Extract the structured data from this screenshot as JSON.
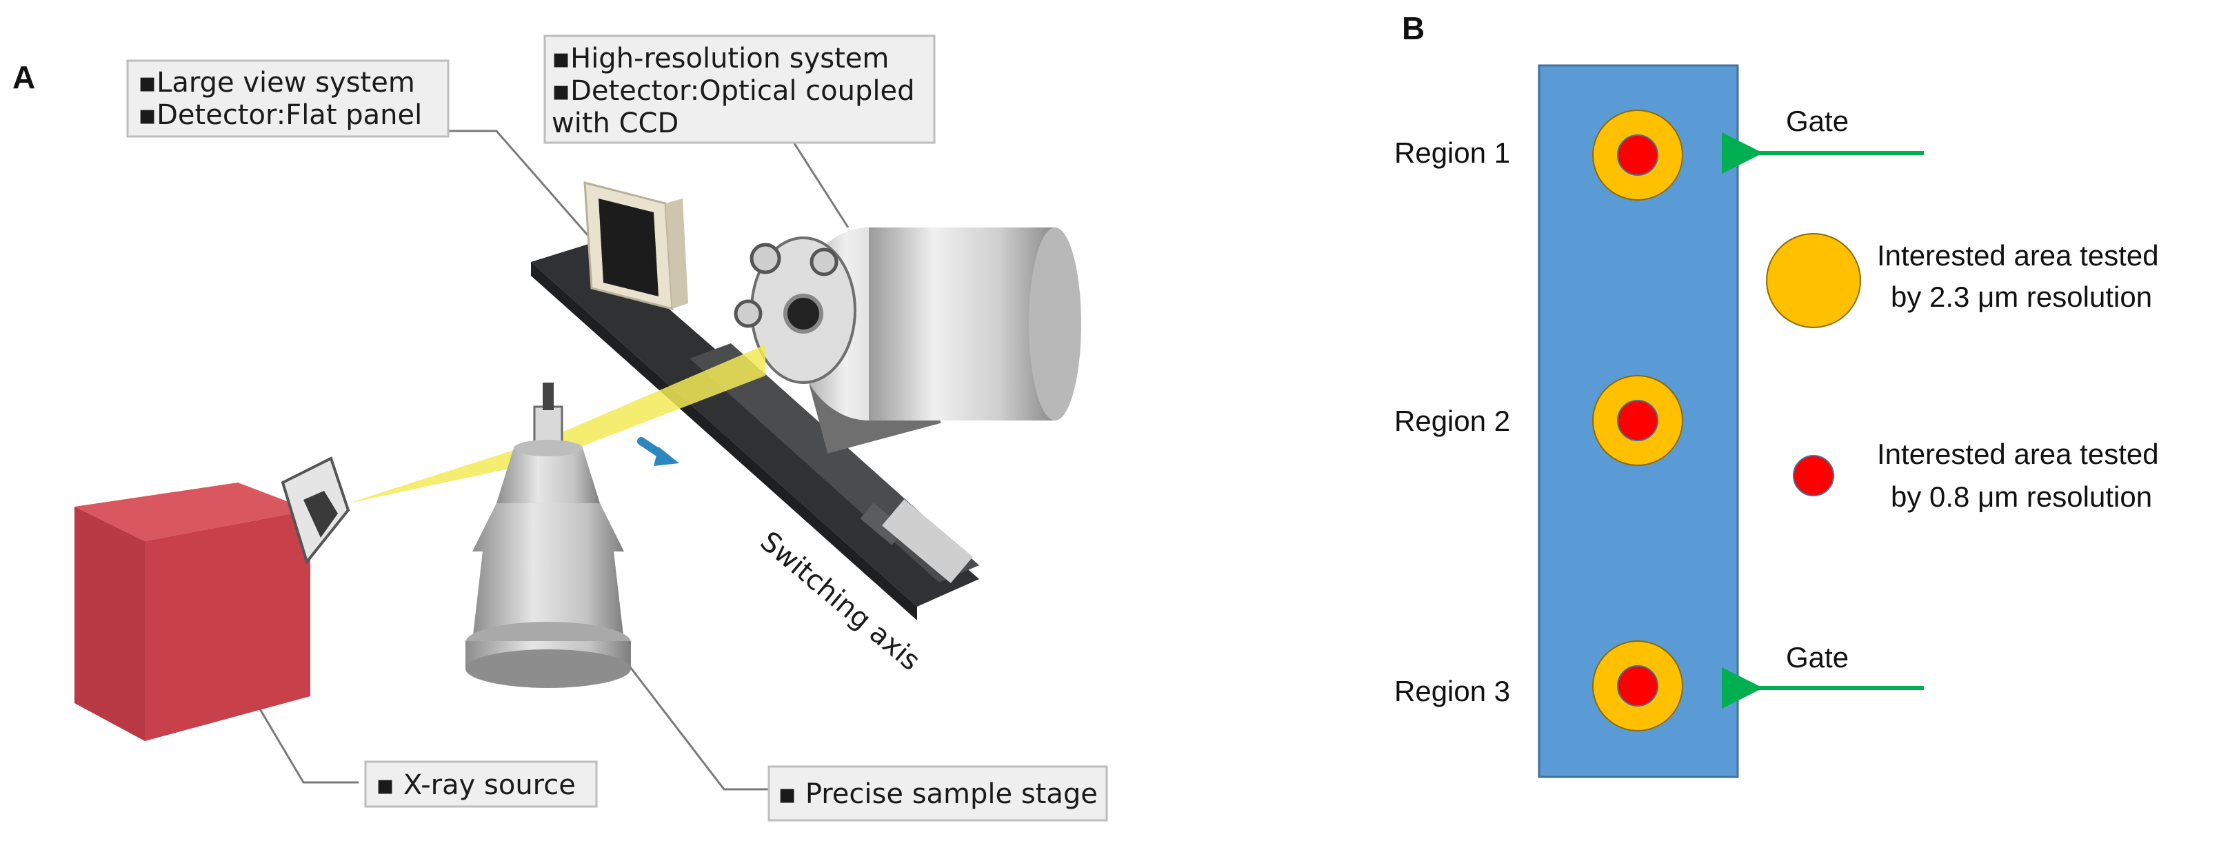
{
  "panel_a": {
    "letter": "A",
    "callouts": {
      "large_view": [
        "▪Large view system",
        "▪Detector:Flat panel"
      ],
      "high_res": [
        "▪High-resolution system",
        "▪Detector:Optical coupled",
        "with CCD"
      ],
      "xray_source": "▪ X-ray source",
      "sample_stage": "▪ Precise sample stage"
    },
    "switching_axis": "Switching axis"
  },
  "panel_b": {
    "letter": "B",
    "regions": [
      "Region 1",
      "Region 2",
      "Region 3"
    ],
    "gate_label": "Gate",
    "legend": {
      "large": [
        "Interested area tested",
        "by 2.3 μm resolution"
      ],
      "small": [
        "Interested area tested",
        "by 0.8 μm resolution"
      ]
    }
  },
  "colors": {
    "red_box": "#c8414a",
    "beam": "#f2ea57",
    "platform": "#3f4143",
    "strip": "#5b9bd5",
    "orange": "#ffc000",
    "red_dot": "#ff0000",
    "arrow_green": "#00b050",
    "switch_arrow": "#2e86c1"
  }
}
